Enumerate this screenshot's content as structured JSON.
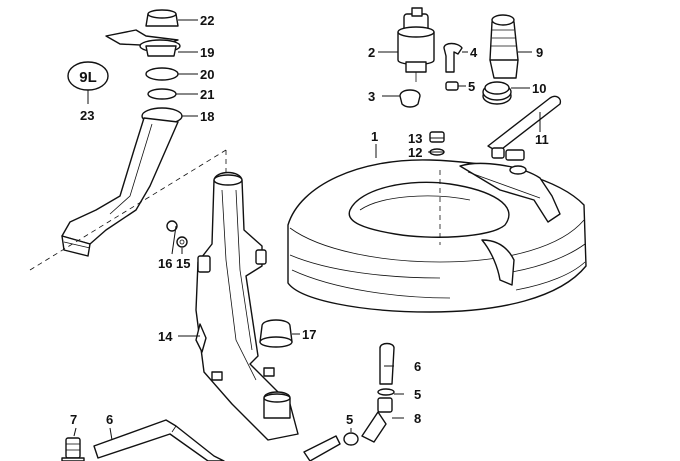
{
  "callouts": {
    "p1": "1",
    "p2": "2",
    "p3": "3",
    "p4": "4",
    "p5a": "5",
    "p5b": "5",
    "p5c": "5",
    "p6a": "6",
    "p6b": "6",
    "p7": "7",
    "p8": "8",
    "p9": "9",
    "p10": "10",
    "p11": "11",
    "p12": "12",
    "p13": "13",
    "p14": "14",
    "p15": "15",
    "p16": "16",
    "p17": "17",
    "p18": "18",
    "p19": "19",
    "p20": "20",
    "p21": "21",
    "p22": "22",
    "p23": "23"
  },
  "badge": {
    "text": "9L"
  }
}
